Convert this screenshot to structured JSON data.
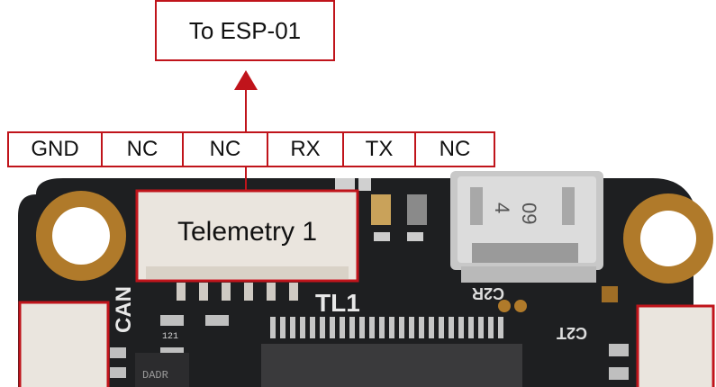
{
  "target_label": "To ESP-01",
  "pins": [
    "GND",
    "NC",
    "NC",
    "RX",
    "TX",
    "NC"
  ],
  "connector_label": "Telemetry 1",
  "board_silkscreen": {
    "can": "CAN",
    "tl1": "TL1",
    "c2r": "C2R",
    "c2t": "C2T",
    "usb_marking_1": "09",
    "usb_marking_2": "4",
    "chip_text_1": "DADR",
    "chip_text_2": "121"
  },
  "colors": {
    "accent": "#c0141b",
    "board": "#1e1f21",
    "pad_gold": "#b07a2a",
    "connector": "#eae5de"
  }
}
